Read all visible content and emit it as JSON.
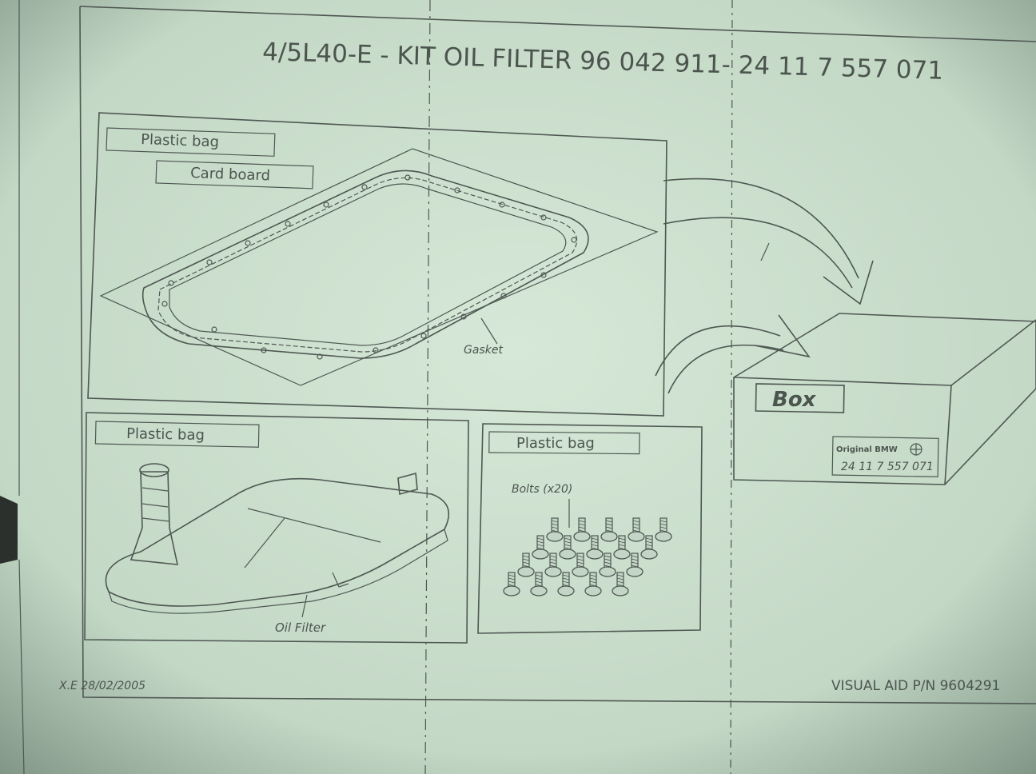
{
  "document": {
    "title": "4/5L40-E - KIT OIL FILTER  96 042 911- 24 11 7 557 071",
    "footer_left": "X.E 28/02/2005",
    "footer_right": "VISUAL AID P/N 9604291",
    "labels": {
      "plastic_bag_1": "Plastic bag",
      "card_board": "Card board",
      "gasket": "Gasket",
      "plastic_bag_2": "Plastic bag",
      "oil_filter": "Oil Filter",
      "plastic_bag_3": "Plastic bag",
      "bolts": "Bolts (x20)",
      "box": "Box",
      "original_bmw": "Original BMW",
      "box_part_number": "24 11 7 557 071"
    }
  },
  "colors": {
    "paper": "#cfe2d1",
    "ink": "#4b554e",
    "background": "#c9dccb"
  }
}
